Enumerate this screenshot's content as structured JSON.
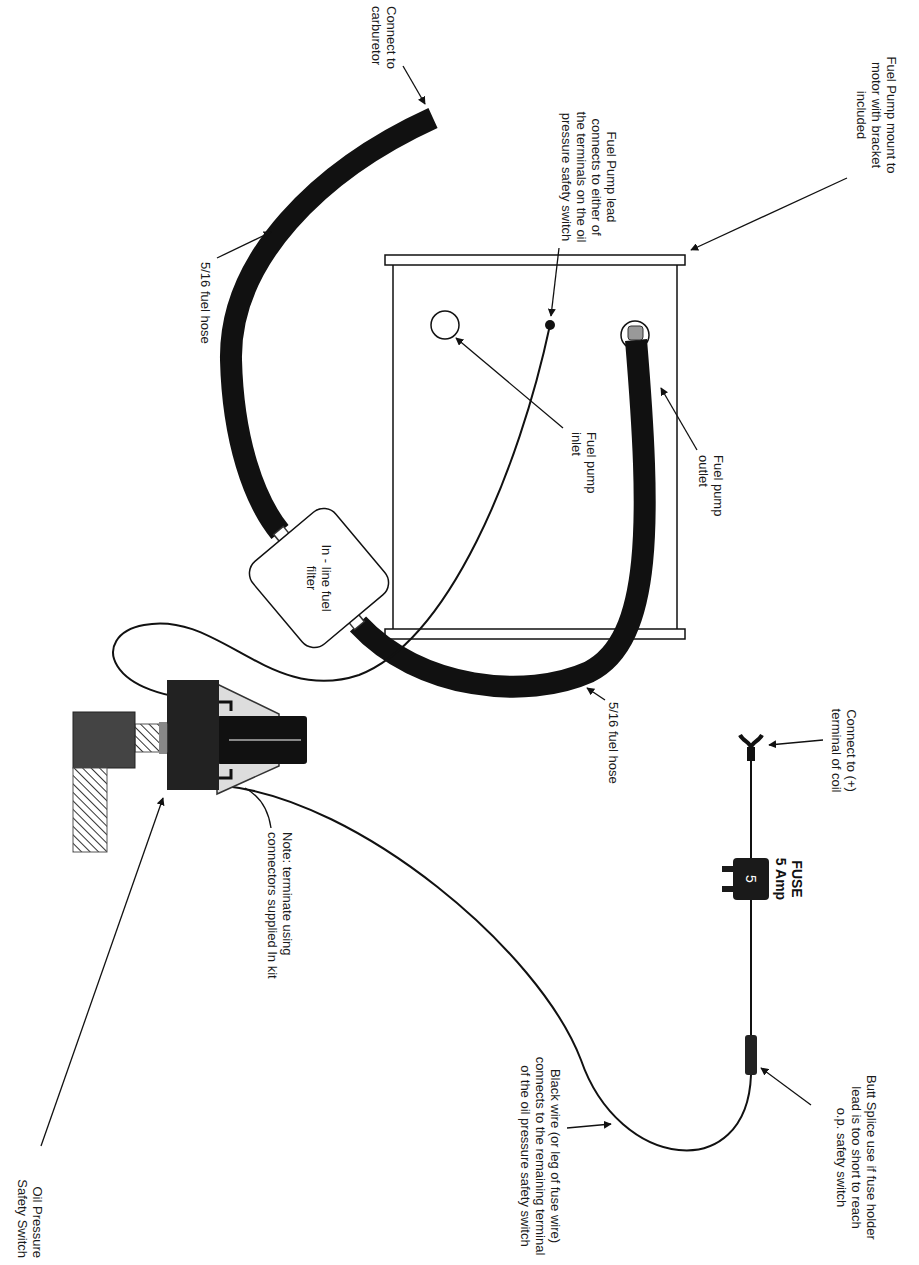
{
  "diagram": {
    "nodes": [
      {
        "text": [
          "In - line fuel filter"
        ]
      },
      {
        "text": [
          "FUSE 5 Amp",
          "5"
        ]
      }
    ],
    "labels": [
      "Fuel Pump mount to motor with bracket included",
      "Fuel pump outlet",
      "Connect to carburetor",
      "Fuel Pump lead connects to either of the terminals on the oil pressure safety switch",
      "Fuel pump inlet",
      "5/16 fuel hose",
      "5/16 fuel hose",
      "Connect to (+) terminal of coil",
      "Butt Splice use if fuse holder lead is too short to reach o.p. safety switch",
      "Black wire (or leg of fuse wire) connects to the remaining terminal of the oil pressure safety switch",
      "Note: terminate using connectors supplied In kit",
      "Oil Pressure Safety Switch"
    ]
  }
}
